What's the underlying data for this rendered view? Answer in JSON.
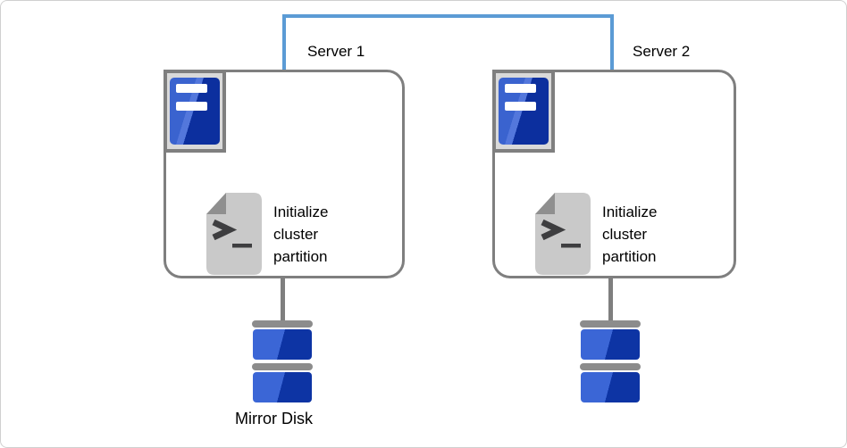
{
  "diagram": {
    "servers": [
      {
        "label": "Server 1",
        "action_label": "Initialize cluster partition"
      },
      {
        "label": "Server 2",
        "action_label": "Initialize cluster partition"
      }
    ],
    "disk": {
      "label": "Mirror Disk",
      "platter_light_color": "#3b66d6",
      "platter_dark_color": "#0d34a4",
      "bar_color": "#8c8c8c"
    },
    "colors": {
      "interconnect_blue": "#5b9bd5",
      "box_border_gray": "#7f7f7f",
      "badge_background": "#d9d9d9",
      "tower_blue_light": "#3a63cf",
      "tower_blue_dark": "#0c2f9e",
      "script_paper_gray": "#c9c9c9",
      "script_fold_gray": "#8f8f8f",
      "script_glyph_gray": "#3e3e40"
    },
    "icons": {
      "server_tower": "server-tower-icon",
      "script_terminal": "script-terminal-icon",
      "mirror_disk": "mirror-disk-icon"
    }
  }
}
